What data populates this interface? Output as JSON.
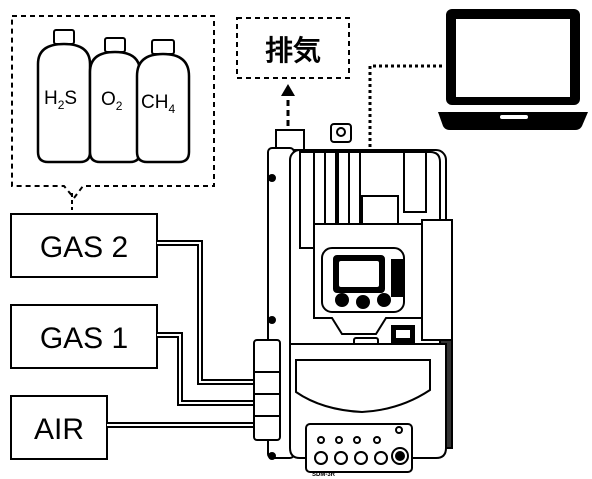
{
  "cylinders": {
    "h2s": {
      "main": "H",
      "sub": "2",
      "rest": "S"
    },
    "o2": {
      "main": "O",
      "sub": "2"
    },
    "ch4": {
      "main": "CH",
      "sub": "4"
    }
  },
  "exhaust": {
    "label": "排気"
  },
  "inputs": [
    {
      "label": "GAS 2"
    },
    {
      "label": "GAS 1"
    },
    {
      "label": "AIR"
    }
  ],
  "device": {
    "model": "SDM-3R"
  }
}
